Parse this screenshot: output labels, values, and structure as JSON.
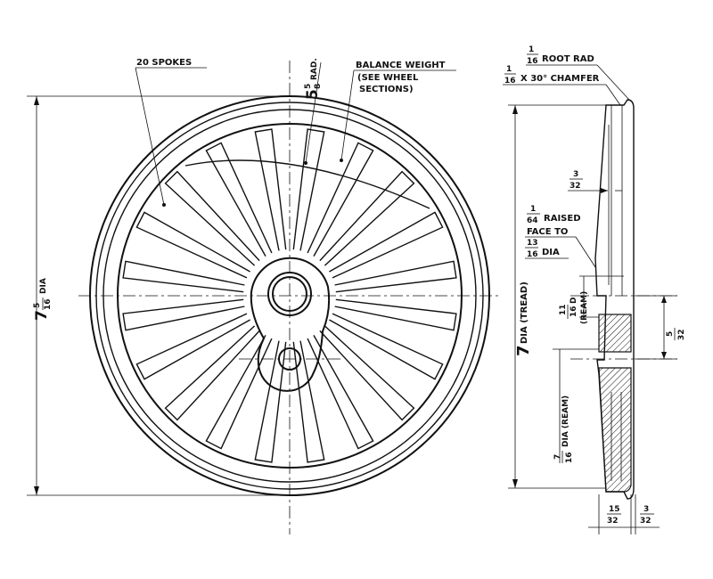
{
  "labels": {
    "spokes": "20 SPOKES",
    "rad_whole": "5",
    "rad_num": "5",
    "rad_den": "8",
    "rad_suffix": "RAD.",
    "bw_line1": "BALANCE WEIGHT",
    "bw_line2": "(SEE WHEEL",
    "bw_line3": "SECTIONS)",
    "dia_whole": "7",
    "dia_num": "5",
    "dia_den": "16",
    "dia_suffix": "DIA",
    "root_num": "1",
    "root_den": "16",
    "root_text": "ROOT RAD",
    "chamfer_num": "1",
    "chamfer_den": "16",
    "chamfer_text": "X 30° CHAMFER",
    "f332a_num": "3",
    "f332a_den": "32",
    "raised_num": "1",
    "raised_den": "64",
    "raised_text": "RAISED",
    "face_to": "FACE TO",
    "face_num": "13",
    "face_den": "16",
    "face_text": "DIA",
    "tread_whole": "7",
    "tread_text": "DIA (TREAD)",
    "bore_num": "11",
    "bore_den": "16",
    "bore_text": "D",
    "bore_ream": "(REAM)",
    "f532_num": "5",
    "f532_den": "32",
    "crank_num": "7",
    "crank_den": "16",
    "crank_text": "DIA (REAM)",
    "f1532_num": "15",
    "f1532_den": "32",
    "f332b_num": "3",
    "f332b_den": "32"
  },
  "colors": {
    "ink": "#111111",
    "paper": "#ffffff",
    "hatch": "#111111"
  }
}
